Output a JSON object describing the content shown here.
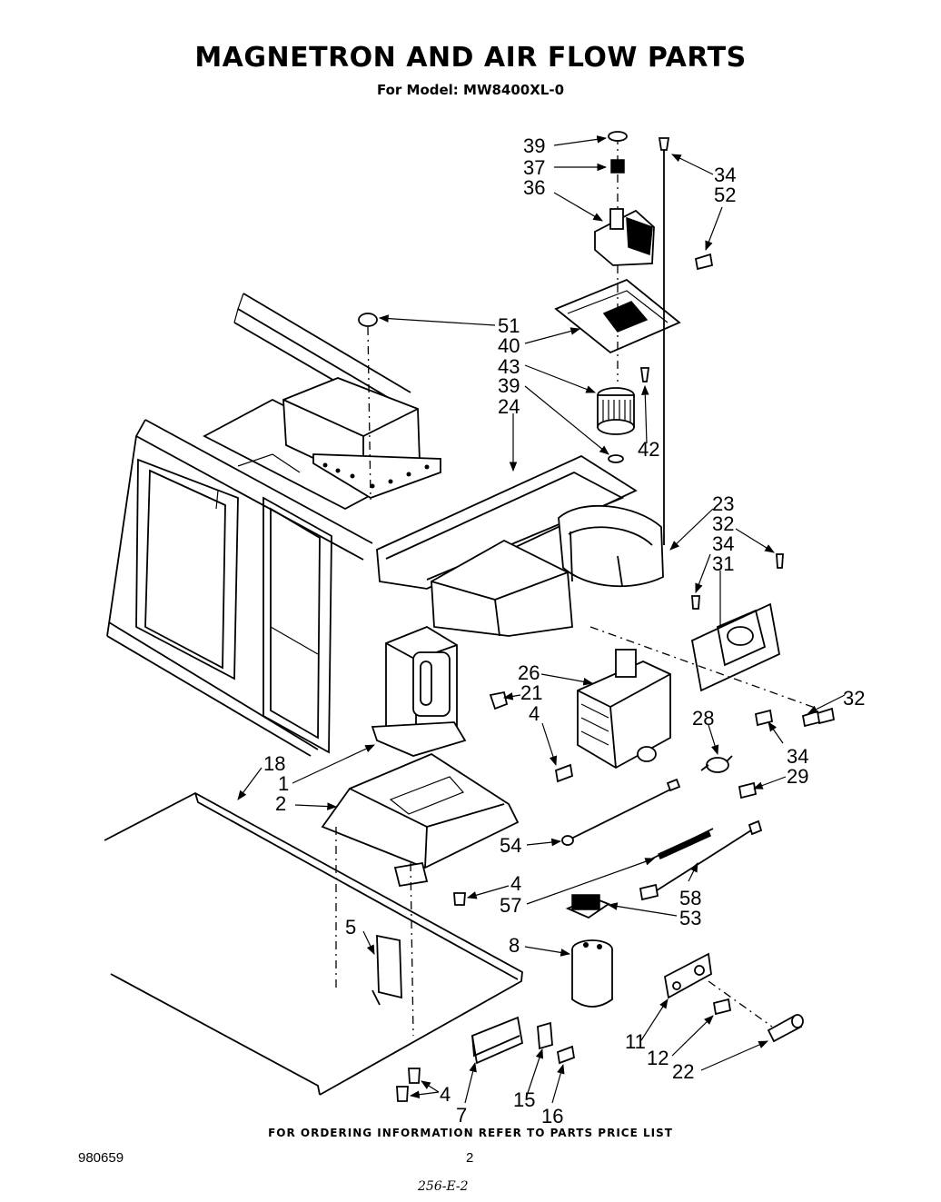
{
  "title": "MAGNETRON AND AIR FLOW PARTS",
  "subtitle": "For Model: MW8400XL-0",
  "footer": "FOR ORDERING INFORMATION REFER TO PARTS PRICE LIST",
  "doc_number": "980659",
  "page_number": "2",
  "handwritten_note": "256-E-2",
  "callouts": [
    {
      "id": "c39a",
      "text": "39"
    },
    {
      "id": "c37",
      "text": "37"
    },
    {
      "id": "c36",
      "text": "36"
    },
    {
      "id": "c34a",
      "text": "34"
    },
    {
      "id": "c52",
      "text": "52"
    },
    {
      "id": "c51",
      "text": "51"
    },
    {
      "id": "c40",
      "text": "40"
    },
    {
      "id": "c43",
      "text": "43"
    },
    {
      "id": "c39b",
      "text": "39"
    },
    {
      "id": "c24",
      "text": "24"
    },
    {
      "id": "c42",
      "text": "42"
    },
    {
      "id": "c23",
      "text": "23"
    },
    {
      "id": "c32a",
      "text": "32"
    },
    {
      "id": "c34b",
      "text": "34"
    },
    {
      "id": "c31",
      "text": "31"
    },
    {
      "id": "c32b",
      "text": "32"
    },
    {
      "id": "c26",
      "text": "26"
    },
    {
      "id": "c21",
      "text": "21"
    },
    {
      "id": "c4a",
      "text": "4"
    },
    {
      "id": "c28",
      "text": "28"
    },
    {
      "id": "c34c",
      "text": "34"
    },
    {
      "id": "c29",
      "text": "29"
    },
    {
      "id": "c18",
      "text": "18"
    },
    {
      "id": "c1",
      "text": "1"
    },
    {
      "id": "c2",
      "text": "2"
    },
    {
      "id": "c54",
      "text": "54"
    },
    {
      "id": "c4b",
      "text": "4"
    },
    {
      "id": "c57",
      "text": "57"
    },
    {
      "id": "c58",
      "text": "58"
    },
    {
      "id": "c53",
      "text": "53"
    },
    {
      "id": "c5",
      "text": "5"
    },
    {
      "id": "c8",
      "text": "8"
    },
    {
      "id": "c11",
      "text": "11"
    },
    {
      "id": "c12",
      "text": "12"
    },
    {
      "id": "c22",
      "text": "22"
    },
    {
      "id": "c4c",
      "text": "4"
    },
    {
      "id": "c7",
      "text": "7"
    },
    {
      "id": "c15",
      "text": "15"
    },
    {
      "id": "c16",
      "text": "16"
    }
  ]
}
